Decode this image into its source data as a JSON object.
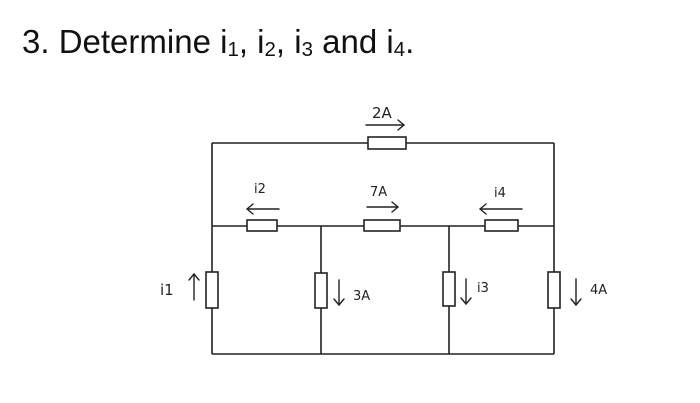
{
  "question": {
    "number": "3.",
    "verb": "Determine",
    "var": "i",
    "sub1": "1",
    "sub2": "2",
    "sub3": "3",
    "sub4": "4",
    "and": "and",
    "end": "."
  },
  "circuit": {
    "top_branch_current": "2A",
    "middle_branch_current": "7A",
    "left_upper_branch_current": "i2",
    "right_upper_branch_current": "i4",
    "left_vertical_current": "i1",
    "second_vertical_current": "3A",
    "third_vertical_current": "i3",
    "right_vertical_current": "4A"
  }
}
